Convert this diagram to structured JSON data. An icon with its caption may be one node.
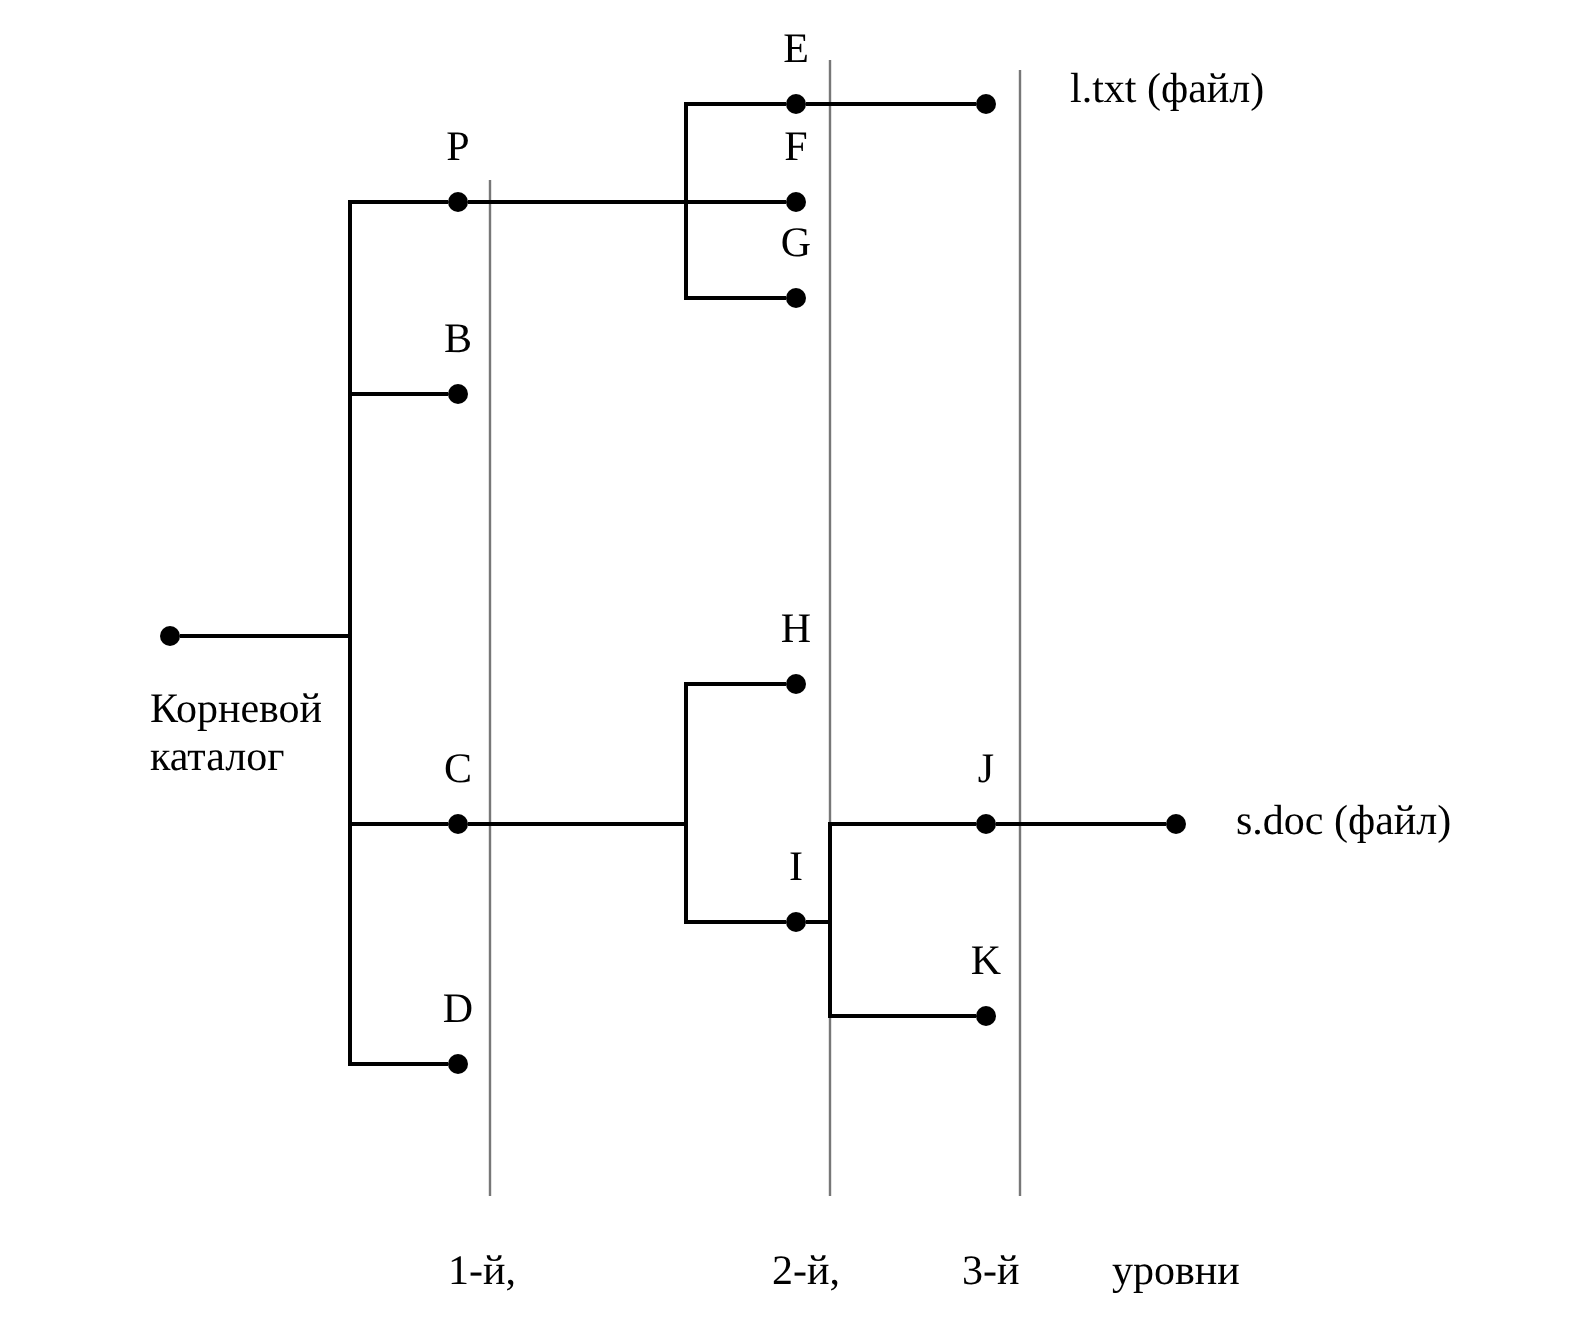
{
  "diagram": {
    "nodes": [
      {
        "text": [],
        "shape": "circle",
        "beside": [
          "Корневой каталог"
        ]
      },
      {
        "text": [
          "P"
        ]
      },
      {
        "text": [
          "B"
        ]
      },
      {
        "text": [
          "C"
        ]
      },
      {
        "text": [
          "D"
        ]
      },
      {
        "text": [
          "E"
        ]
      },
      {
        "text": [
          "F"
        ]
      },
      {
        "text": [
          "G"
        ]
      },
      {
        "text": [
          "H"
        ]
      },
      {
        "text": [
          "I"
        ]
      },
      {
        "text": [
          "J"
        ]
      },
      {
        "text": [
          "K"
        ]
      },
      {
        "text": [],
        "shape": "circle",
        "beside": [
          "l.txt (файл)"
        ]
      },
      {
        "text": [],
        "shape": "circle",
        "beside": [
          "s.doc (файл)"
        ]
      }
    ],
    "edges": [
      {
        "from": 0,
        "to": 1,
        "arrow": "none"
      },
      {
        "from": 0,
        "to": 2,
        "arrow": "none"
      },
      {
        "from": 0,
        "to": 3,
        "arrow": "none"
      },
      {
        "from": 0,
        "to": 4,
        "arrow": "none"
      },
      {
        "from": 1,
        "to": 5,
        "arrow": "none"
      },
      {
        "from": 1,
        "to": 6,
        "arrow": "none"
      },
      {
        "from": 1,
        "to": 7,
        "arrow": "none"
      },
      {
        "from": 3,
        "to": 8,
        "arrow": "none"
      },
      {
        "from": 3,
        "to": 9,
        "arrow": "none"
      },
      {
        "from": 9,
        "to": 10,
        "arrow": "none"
      },
      {
        "from": 9,
        "to": 11,
        "arrow": "none"
      },
      {
        "from": 5,
        "to": 12,
        "arrow": "none"
      },
      {
        "from": 10,
        "to": 13,
        "arrow": "none"
      }
    ],
    "labels": [
      "1-й,",
      "2-й,",
      "3-й",
      "уровни"
    ]
  }
}
